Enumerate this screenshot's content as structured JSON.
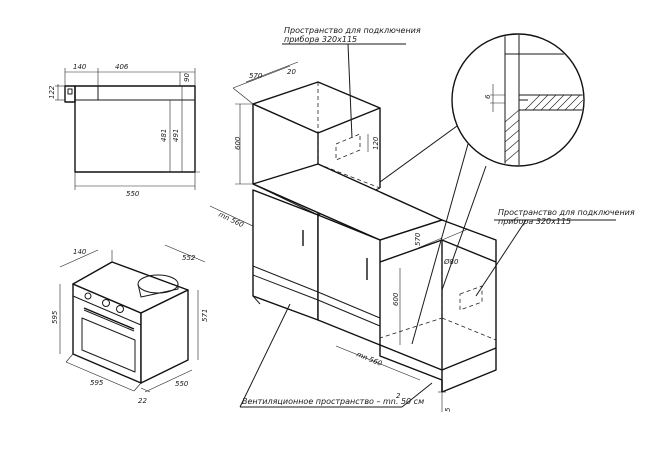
{
  "drawing": {
    "connection_space_top": {
      "line1": "Пространство для подключения",
      "line2": "прибора 320x115"
    },
    "connection_space_right": {
      "line1": "Пространство для подключения",
      "line2": "прибора 320x115"
    },
    "ventilation_note": "Вентиляционное пространство – mn. 50 см",
    "ventilation_superscript": "2",
    "side_view": {
      "d140": "140",
      "d406": "406",
      "d90": "90",
      "d122": "122",
      "d481": "481",
      "d491": "491",
      "d550": "550"
    },
    "oven_3d": {
      "d140": "140",
      "d552": "552",
      "d595_h": "595",
      "d571": "571",
      "d595_w": "595",
      "d550": "550",
      "d22": "22"
    },
    "top_cabinet": {
      "d570": "570",
      "d20": "20",
      "d600": "600",
      "d120": "120",
      "dmin560": "mn 560"
    },
    "right_cabinet": {
      "d570": "570",
      "d80": "Ø80",
      "d600": "600",
      "dmin560": "mn 560"
    },
    "detail_circle": {
      "d6": "6"
    },
    "ventilation_gap": {
      "d5": "5"
    }
  }
}
